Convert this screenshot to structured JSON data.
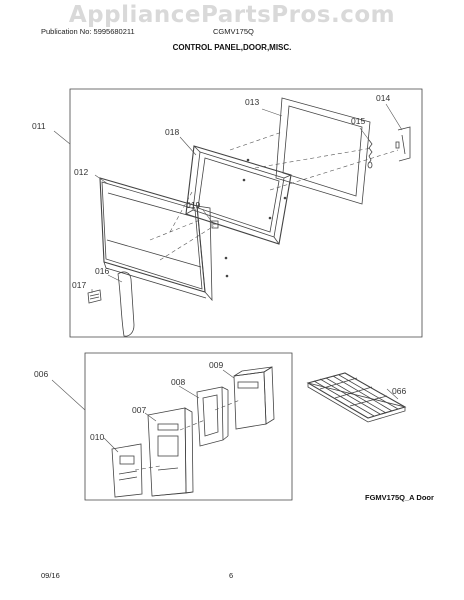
{
  "watermark": "AppliancePartsPros.com",
  "header": {
    "publication": "Publication No: 5995680211",
    "model": "CGMV175Q",
    "title": "CONTROL PANEL,DOOR,MISC."
  },
  "callouts": {
    "p011": "011",
    "p012": "012",
    "p013": "013",
    "p014": "014",
    "p015": "015",
    "p016": "016",
    "p017": "017",
    "p018": "018",
    "p019": "019",
    "p006": "006",
    "p007": "007",
    "p008": "008",
    "p009": "009",
    "p010": "010",
    "p066": "066"
  },
  "figure_caption": "FGMV175Q_A Door",
  "footer": {
    "date": "09/16",
    "page": "6"
  }
}
